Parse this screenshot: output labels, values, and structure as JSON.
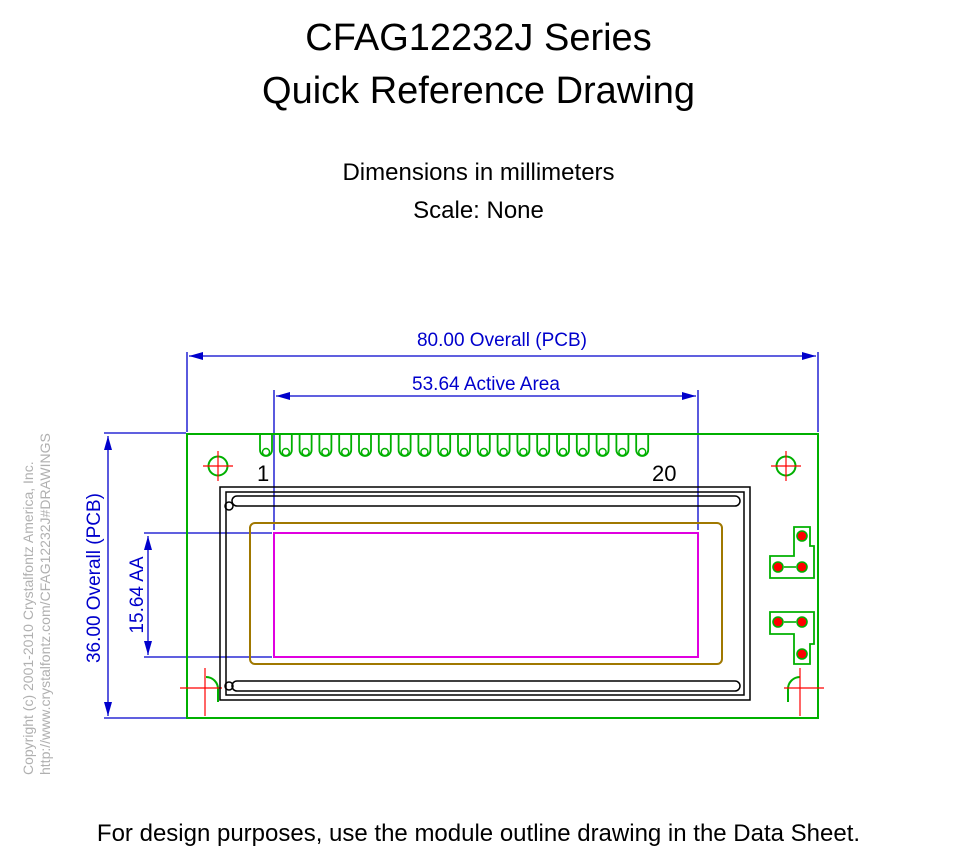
{
  "header": {
    "title_line1": "CFAG12232J Series",
    "title_line2": "Quick Reference Drawing",
    "units": "Dimensions in millimeters",
    "scale": "Scale: None"
  },
  "dimensions": {
    "overall_width": "80.00 Overall (PCB)",
    "active_width": "53.64 Active Area",
    "overall_height": "36.00 Overall (PCB)",
    "active_height": "15.64 AA"
  },
  "pins": {
    "first": "1",
    "last": "20",
    "count": 20
  },
  "copyright": {
    "line1": "Copyright (c) 2001-2010 Crystalfontz America, Inc.",
    "line2": "http://www.crystalfontz.com/CFAG12232J#DRAWINGS"
  },
  "footer": "For design purposes, use the module outline drawing in the Data Sheet.",
  "colors": {
    "pcb": "#00b000",
    "dimension": "#0000cc",
    "active_area": "#e000e0",
    "viewing_area": "#a07800",
    "mounting": "#ff0000",
    "outline": "#000000"
  }
}
